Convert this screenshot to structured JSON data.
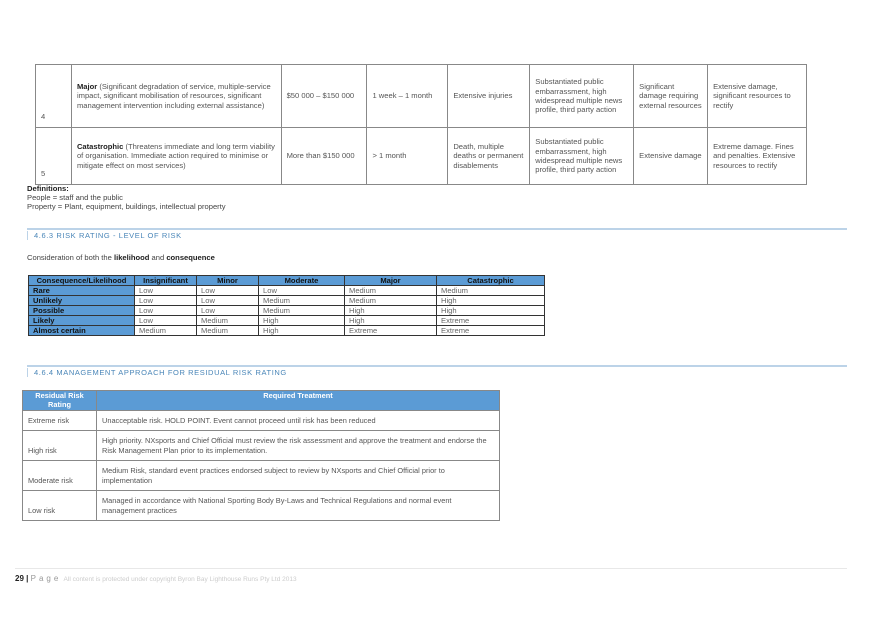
{
  "consequence_table": {
    "rows": [
      {
        "level": "4",
        "title": "Major",
        "description": " (Significant degradation of service, multiple-service impact, significant mobilisation of resources, significant management intervention including external assistance)",
        "financial": "$50 000 – $150 000",
        "duration": "1 week – 1 month",
        "people": "Extensive injuries",
        "reputation": "Substantiated public embarrassment, high widespread multiple news profile, third party action",
        "environment": "Significant damage requiring external resources",
        "property": "Extensive damage, significant resources to rectify"
      },
      {
        "level": "5",
        "title": "Catastrophic",
        "description": " (Threatens immediate and long term viability of organisation. Immediate action required to minimise or mitigate effect on most services)",
        "financial": "More than $150 000",
        "duration": "> 1 month",
        "people": "Death, multiple deaths or permanent disablements",
        "reputation": "Substantiated public embarrassment, high widespread multiple news profile, third party action",
        "environment": "Extensive damage",
        "property": "Extreme damage. Fines and penalties. Extensive resources to rectify"
      }
    ]
  },
  "definitions": {
    "title": "Definitions:",
    "people": "People = staff and the public",
    "property": "Property = Plant, equipment, buildings, intellectual property"
  },
  "section_463": {
    "heading": "4.6.3 RISK RATING - LEVEL OF RISK",
    "intro_pre": "Consideration of both the ",
    "intro_b1": "likelihood",
    "intro_mid": " and ",
    "intro_b2": "consequence"
  },
  "risk_matrix": {
    "headers": [
      "Consequence/Likelihood",
      "Insignificant",
      "Minor",
      "Moderate",
      "Major",
      "Catastrophic"
    ],
    "rows": [
      {
        "likelihood": "Rare",
        "values": [
          "Low",
          "Low",
          "Low",
          "Medium",
          "Medium"
        ]
      },
      {
        "likelihood": "Unlikely",
        "values": [
          "Low",
          "Low",
          "Medium",
          "Medium",
          "High"
        ]
      },
      {
        "likelihood": "Possible",
        "values": [
          "Low",
          "Low",
          "Medium",
          "High",
          "High"
        ]
      },
      {
        "likelihood": "Likely",
        "values": [
          "Low",
          "Medium",
          "High",
          "High",
          "Extreme"
        ]
      },
      {
        "likelihood": "Almost certain",
        "values": [
          "Medium",
          "Medium",
          "High",
          "Extreme",
          "Extreme"
        ]
      }
    ]
  },
  "section_464": {
    "heading": "4.6.4 MANAGEMENT APPROACH FOR RESIDUAL RISK RATING"
  },
  "treatment_table": {
    "headers": [
      "Residual Risk Rating",
      "Required Treatment"
    ],
    "rows": [
      {
        "rating": "Extreme risk",
        "treatment": "Unacceptable risk. HOLD POINT. Event cannot proceed until risk has been reduced"
      },
      {
        "rating": "High risk",
        "treatment": "High priority. NXsports and Chief Official must review the risk assessment and approve the treatment and endorse the Risk Management Plan prior to its implementation."
      },
      {
        "rating": "Moderate risk",
        "treatment": "Medium Risk, standard event practices endorsed subject to review by NXsports and Chief Official prior to implementation"
      },
      {
        "rating": "Low risk",
        "treatment": "Managed in accordance with National Sporting Body By-Laws and Technical Regulations and normal event management practices"
      }
    ]
  },
  "footer": {
    "page_number": "29",
    "separator": "|",
    "page_label": "Page",
    "copyright": "All content is protected under copyright Byron Bay Lighthouse Runs Pty Ltd 2013"
  },
  "colors": {
    "header_blue": "#5b9bd5",
    "heading_text": "#4a86b8",
    "heading_rule": "#bcd3e8"
  }
}
